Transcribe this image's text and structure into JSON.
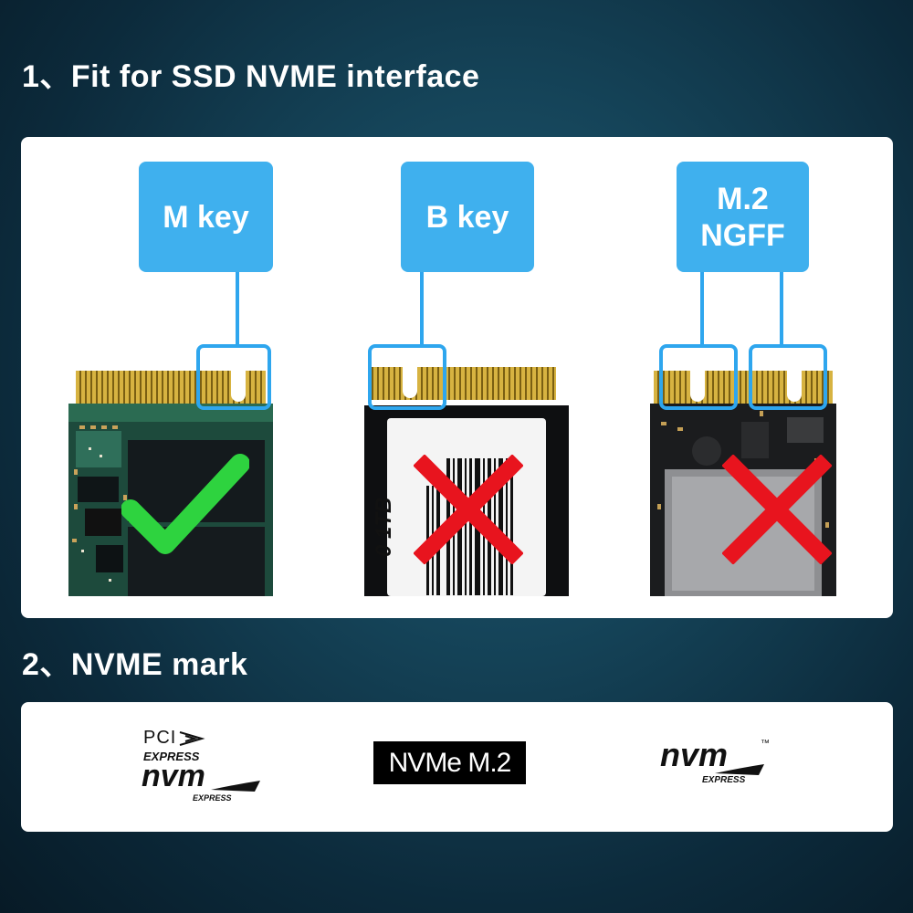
{
  "section1": {
    "title": "1、Fit for SSD NVME interface"
  },
  "keys": {
    "m_key": "M key",
    "b_key": "B key",
    "ngff_line1": "M.2",
    "ngff_line2": "NGFF"
  },
  "card_b": {
    "label_text": "0 1TB"
  },
  "status": {
    "m_key": "check",
    "b_key": "cross",
    "ngff": "cross"
  },
  "colors": {
    "accent": "#3fb0ee",
    "check": "#2ed33f",
    "cross": "#e8141e"
  },
  "section2": {
    "title": "2、NVME mark"
  },
  "marks": {
    "pci": "PCI",
    "express": "EXPRESS",
    "nvm": "nvm",
    "express_small": "EXPRESS",
    "nvme_m2": "NVMe M.2",
    "tm": "™"
  }
}
